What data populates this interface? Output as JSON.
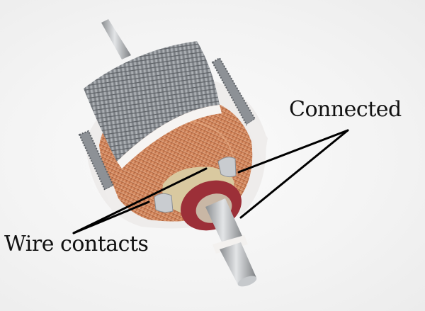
{
  "image": {
    "subject": "DC motor armature (rotor) with copper windings, laminated iron core, commutator and shaft",
    "background_color": "#f4f4f4"
  },
  "annotations": [
    {
      "id": "connected",
      "text": "Connected",
      "line_color": "#000000",
      "apex": [
        491,
        184
      ],
      "targets": [
        [
          337,
          243
        ],
        [
          340,
          307
        ]
      ]
    },
    {
      "id": "wire_contacts",
      "text": "Wire contacts",
      "line_color": "#000000",
      "apex": [
        104,
        329
      ],
      "targets": [
        [
          291,
          238
        ],
        [
          210,
          285
        ]
      ]
    }
  ],
  "colors": {
    "copper": "#c8794f",
    "steel": "#9a9ea3",
    "insulator": "#f2f0ee",
    "felt_washer": "#9c2f38",
    "commutator": "#d9c9a0",
    "shaft": "#b9bcbf"
  }
}
